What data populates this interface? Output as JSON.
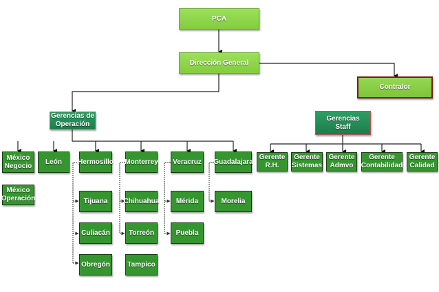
{
  "chart": {
    "top": {
      "pca": "PCA",
      "direccion_general": "Dirección General",
      "contralor": "Contralor"
    },
    "operacion": {
      "title": "Gerencias de\nOperación",
      "regions": [
        {
          "name": "México\nNegocio",
          "children": [
            "México\nOperación"
          ]
        },
        {
          "name": "León",
          "children": []
        },
        {
          "name": "Hermosillo",
          "children": [
            "Tijuana",
            "Culiacán",
            "Obregón"
          ]
        },
        {
          "name": "Monterrey",
          "children": [
            "Chihuahua",
            "Torreón",
            "Tampico"
          ]
        },
        {
          "name": "Veracruz",
          "children": [
            "Mérida",
            "Puebla"
          ]
        },
        {
          "name": "Guadalajara",
          "children": [
            "Morelia"
          ]
        }
      ]
    },
    "staff": {
      "title": "Gerencias\nStaff",
      "managers": [
        "Gerente\nR.H.",
        "Gerente\nSistemas",
        "Gerente\nAdmvo",
        "Gerente\nContabilidad",
        "Gerente\nCalidad"
      ]
    },
    "colors": {
      "top_level": "#8ed34b",
      "group_header": "#23885a",
      "unit": "#35962f",
      "contralor_border": "#7a1a1a",
      "connector": "#222222"
    }
  }
}
